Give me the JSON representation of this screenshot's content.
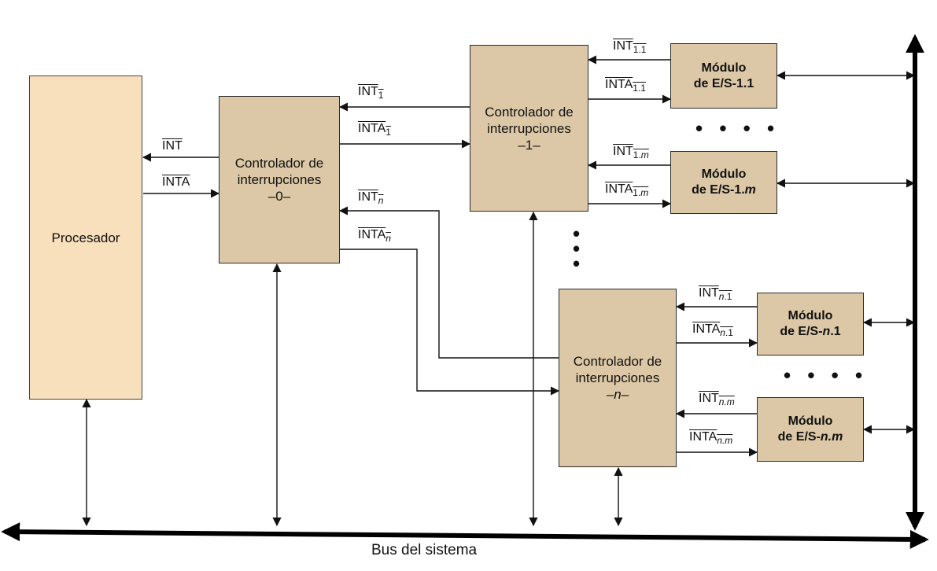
{
  "processor": {
    "label": "Procesador"
  },
  "controllers": [
    {
      "id": "c0",
      "line1": "Controlador de",
      "line2": "interrupciones",
      "line3": "–0–"
    },
    {
      "id": "c1",
      "line1": "Controlador de",
      "line2": "interrupciones",
      "line3": "–1–"
    },
    {
      "id": "cn",
      "line1": "Controlador de",
      "line2": "interrupciones",
      "line3": "–n–"
    }
  ],
  "modules": [
    {
      "id": "m11",
      "line1": "Módulo",
      "line2a": "de E/S-1.",
      "line2b": "1"
    },
    {
      "id": "m1m",
      "line1": "Módulo",
      "line2a": "de E/S-1.",
      "line2b": "m"
    },
    {
      "id": "mn1",
      "line1": "Módulo",
      "line2a": "de E/S-",
      "line2b": "n",
      "line2c": ".1"
    },
    {
      "id": "mnm",
      "line1": "Módulo",
      "line2a": "de E/S-",
      "line2b": "n.m"
    }
  ],
  "signals": {
    "int": "INT",
    "inta": "INTA",
    "int1_main": "INT",
    "int1_sub": "1",
    "inta1_main": "INTA",
    "inta1_sub": "1",
    "intn_main": "INT",
    "intn_sub": "n",
    "intan_main": "INTA",
    "intan_sub": "n",
    "int11_main": "INT",
    "int11_sub": "1.1",
    "inta11_main": "INTA",
    "inta11_sub": "1.1",
    "int1m_main": "INT",
    "int1m_sub_a": "1.",
    "int1m_sub_b": "m",
    "inta1m_main": "INTA",
    "inta1m_sub_a": "1.",
    "inta1m_sub_b": "m",
    "intn1_main": "INT",
    "intn1_sub_a": "n",
    "intn1_sub_b": ".1",
    "intan1_main": "INTA",
    "intan1_sub_a": "n",
    "intan1_sub_b": ".1",
    "intnm_main": "INT",
    "intnm_sub": "n.m",
    "intanm_main": "INTA",
    "intanm_sub": "n.m"
  },
  "ellipsis_h": "• • • •",
  "ellipsis_v": "•",
  "bus": {
    "label": "Bus del sistema"
  }
}
